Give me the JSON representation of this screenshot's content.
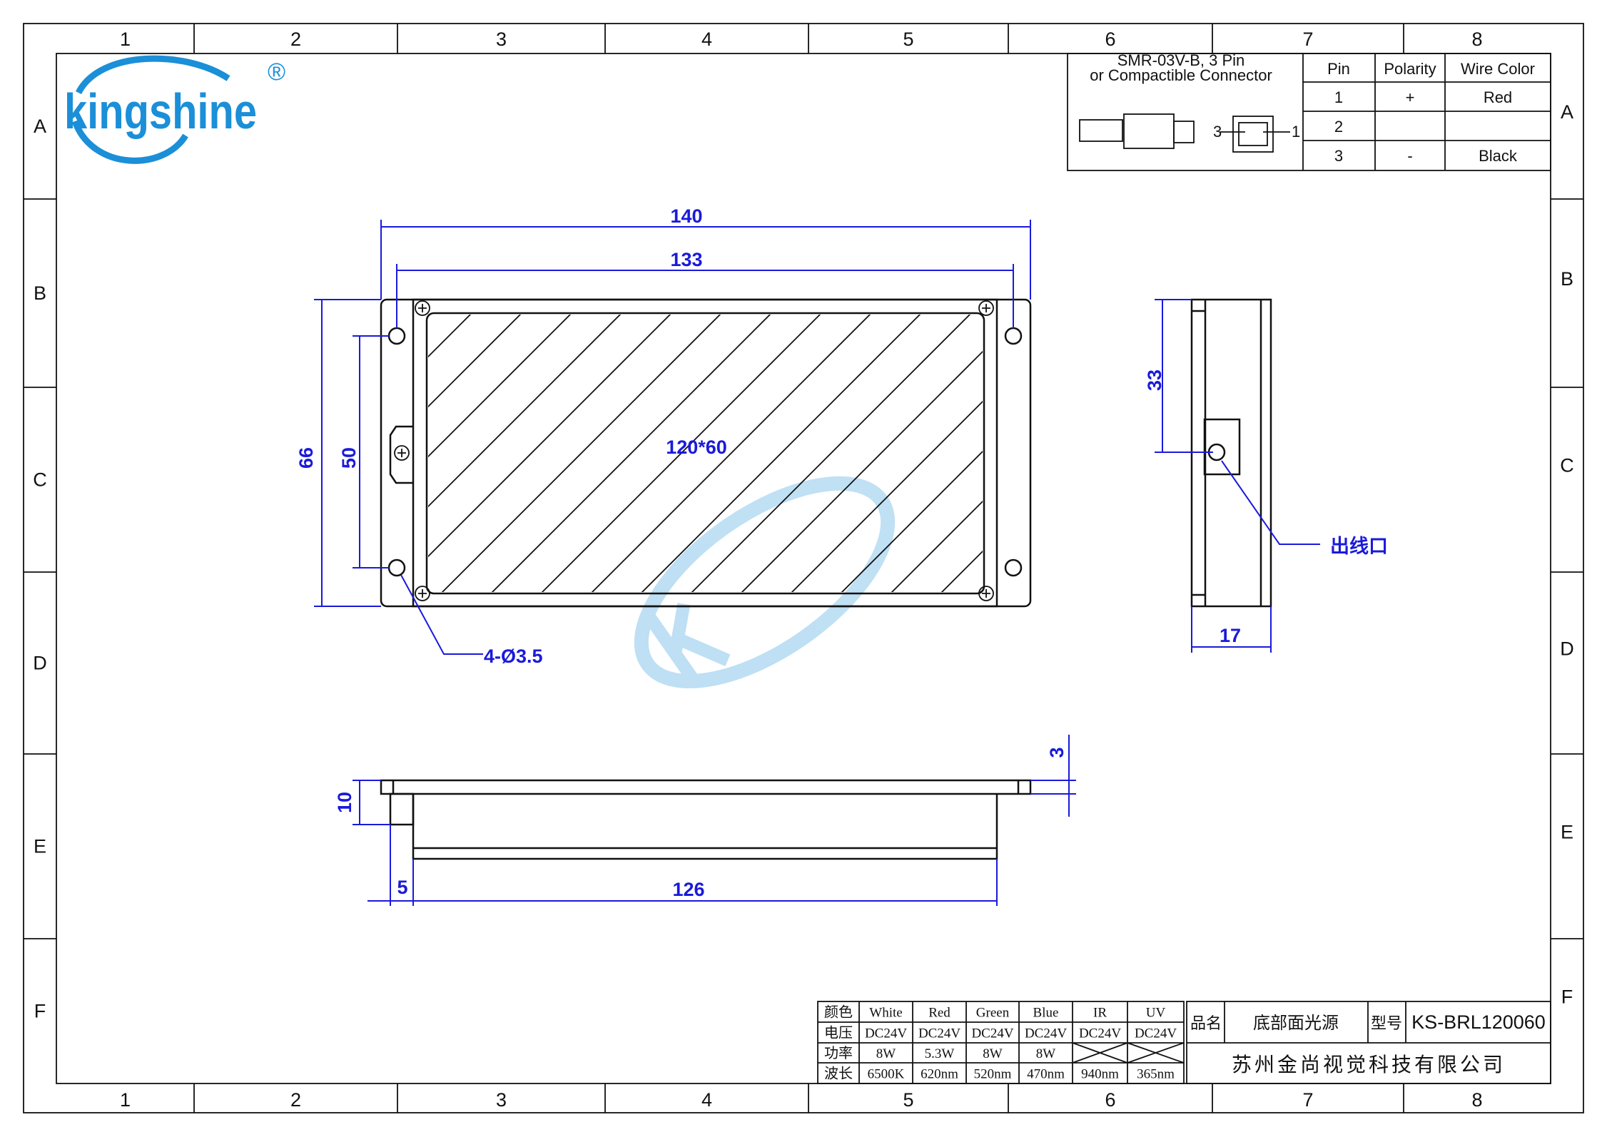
{
  "frame": {
    "columns": [
      "1",
      "2",
      "3",
      "4",
      "5",
      "6",
      "7",
      "8"
    ],
    "rows": [
      "A",
      "B",
      "C",
      "D",
      "E",
      "F"
    ]
  },
  "logo": {
    "text": "kingshine",
    "mark": "®",
    "color": "#1b8fd8"
  },
  "connector": {
    "name_line1": "SMR-03V-B, 3 Pin",
    "name_line2": "or Compactible Connector",
    "pin_left": "3",
    "pin_right": "1",
    "headers": [
      "Pin",
      "Polarity",
      "Wire Color"
    ],
    "rows": [
      [
        "1",
        "+",
        "Red"
      ],
      [
        "2",
        "",
        ""
      ],
      [
        "3",
        "-",
        "Black"
      ]
    ]
  },
  "front_view": {
    "dim_width_outer": "140",
    "dim_width_holes": "133",
    "dim_height_outer": "66",
    "dim_height_holes": "50",
    "emitting_area": "120*60",
    "holes": "4-Ø3.5"
  },
  "side_view": {
    "dim_outlet_height": "33",
    "dim_thickness": "17",
    "outlet_label": "出线口"
  },
  "bottom_view": {
    "dim_height": "10",
    "dim_flange": "3",
    "dim_offset": "5",
    "dim_body": "126"
  },
  "spec_table": {
    "rows": [
      [
        "颜色",
        "White",
        "Red",
        "Green",
        "Blue",
        "IR",
        "UV"
      ],
      [
        "电压",
        "DC24V",
        "DC24V",
        "DC24V",
        "DC24V",
        "DC24V",
        "DC24V"
      ],
      [
        "功率",
        "8W",
        "5.3W",
        "8W",
        "8W",
        "",
        ""
      ],
      [
        "波长",
        "6500K",
        "620nm",
        "520nm",
        "470nm",
        "940nm",
        "365nm"
      ]
    ]
  },
  "title_block": {
    "name_label": "品名",
    "name_value": "底部面光源",
    "model_label": "型号",
    "model_value": "KS-BRL120060",
    "company": "苏州金尚视觉科技有限公司"
  },
  "colors": {
    "dimension": "#1a1adb",
    "line": "#111111",
    "logo": "#1b8fd8"
  }
}
